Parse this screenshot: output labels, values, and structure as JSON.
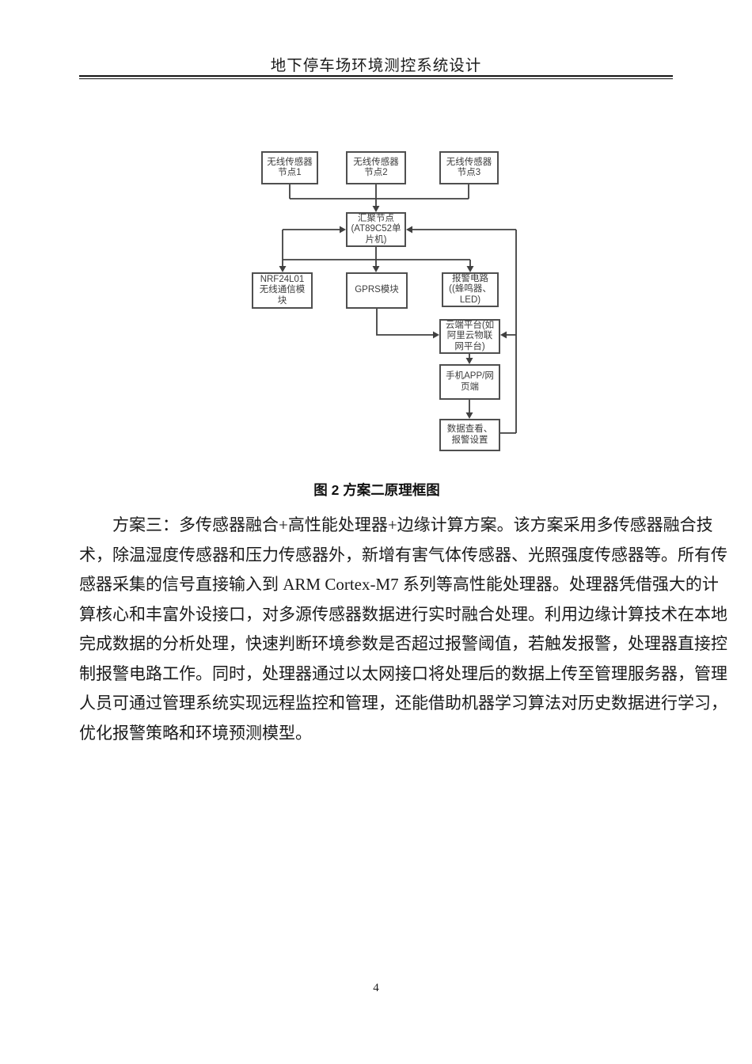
{
  "header": {
    "title": "地下停车场环境测控系统设计"
  },
  "diagram": {
    "boxes": {
      "sensor1": {
        "lines": [
          "无线传感器",
          "节点1"
        ]
      },
      "sensor2": {
        "lines": [
          "无线传感器",
          "节点2"
        ]
      },
      "sensor3": {
        "lines": [
          "无线传感器",
          "节点3"
        ]
      },
      "sink": {
        "lines": [
          "汇聚节点",
          "(AT89C52单",
          "片机)"
        ]
      },
      "nrf": {
        "lines": [
          "NRF24L01",
          "无线通信模",
          "块"
        ]
      },
      "gprs": {
        "lines": [
          "GPRS模块"
        ]
      },
      "alarm": {
        "lines": [
          "报警电路",
          "((蜂鸣器、",
          "LED)"
        ]
      },
      "cloud": {
        "lines": [
          "云端平台(如",
          "阿里云物联",
          "网平台)"
        ]
      },
      "app": {
        "lines": [
          "手机APP/网",
          "页端"
        ]
      },
      "dataview": {
        "lines": [
          "数据查看、",
          "报警设置"
        ]
      }
    },
    "colors": {
      "box_border": "#4f4f4f",
      "diagram_text": "#3d3d3d",
      "connector": "#404040"
    }
  },
  "caption": {
    "text": "图 2 方案二原理框图"
  },
  "body": {
    "lines": [
      "方案三：多传感器融合+高性能处理器+边缘计算方案。该方案采用多传感器融合技",
      "术，除温湿度传感器和压力传感器外，新增有害气体传感器、光照强度传感器等。所有传",
      "感器采集的信号直接输入到 ARM Cortex-M7 系列等高性能处理器。处理器凭借强大的计",
      "算核心和丰富外设接口，对多源传感器数据进行实时融合处理。利用边缘计算技术在本地",
      "完成数据的分析处理，快速判断环境参数是否超过报警阈值，若触发报警，处理器直接控",
      "制报警电路工作。同时，处理器通过以太网接口将处理后的数据上传至管理服务器，管理",
      "人员可通过管理系统实现远程监控和管理，还能借助机器学习算法对历史数据进行学习，",
      "优化报警策略和环境预测模型。"
    ]
  },
  "footer": {
    "page_number": "4"
  }
}
